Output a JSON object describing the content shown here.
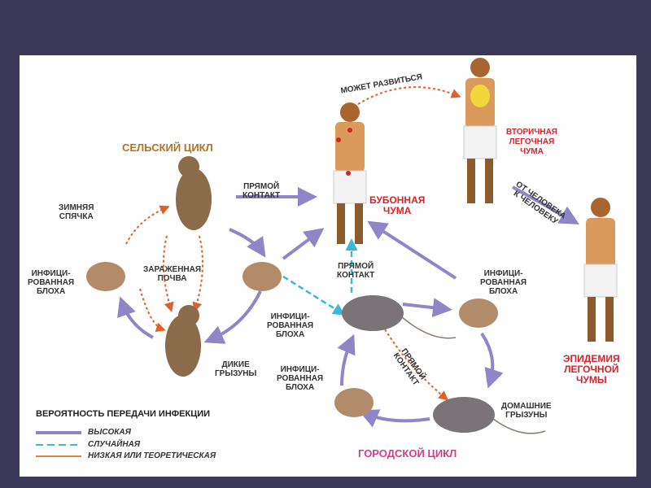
{
  "titles": {
    "rural": "СЕЛЬСКИЙ ЦИКЛ",
    "urban": "ГОРОДСКОЙ ЦИКЛ"
  },
  "labels": {
    "may_develop": "МОЖЕТ РАЗВИТЬСЯ",
    "hibernation": "ЗИМНЯЯ\nСПЯЧКА",
    "direct_contact_1": "ПРЯМОЙ\nКОНТАКТ",
    "infected_flea_left": "ИНФИЦИ-\nРОВАННАЯ\nБЛОХА",
    "contaminated_soil": "ЗАРАЖЕННАЯ\nПОЧВА",
    "direct_contact_2": "ПРЯМОЙ\nКОНТАКТ",
    "infected_flea_mid": "ИНФИЦИ-\nРОВАННАЯ\nБЛОХА",
    "wild_rodents": "ДИКИЕ\nГРЫЗУНЫ",
    "infected_flea_right": "ИНФИЦИ-\nРОВАННАЯ\nБЛОХА",
    "infected_flea_bottom": "ИНФИЦИ-\nРОВАННАЯ\nБЛОХА",
    "direct_contact_3": "ПРЯМОЙ\nКОНТАКТ",
    "domestic_rodents": "ДОМАШНИЕ\nГРЫЗУНЫ",
    "human_to_human": "ОТ ЧЕЛОВЕКА\nК ЧЕЛОВЕКУ"
  },
  "diseases": {
    "bubonic": "БУБОННАЯ\nЧУМА",
    "secondary_pneumonic": "ВТОРИЧНАЯ\nЛЕГОЧНАЯ\nЧУМА",
    "pneumonic_epidemic": "ЭПИДЕМИЯ\nЛЕГОЧНОЙ\nЧУМЫ"
  },
  "legend": {
    "title": "ВЕРОЯТНОСТЬ ПЕРЕДАЧИ ИНФЕКЦИИ",
    "items": [
      {
        "label": "ВЫСОКАЯ",
        "color": "#8f86c8",
        "style": "solid"
      },
      {
        "label": "СЛУЧАЙНАЯ",
        "color": "#3ab9d6",
        "style": "dashed"
      },
      {
        "label": "НИЗКАЯ ИЛИ ТЕОРЕТИЧЕСКАЯ",
        "color": "#e7813f",
        "style": "solid"
      }
    ]
  }
}
